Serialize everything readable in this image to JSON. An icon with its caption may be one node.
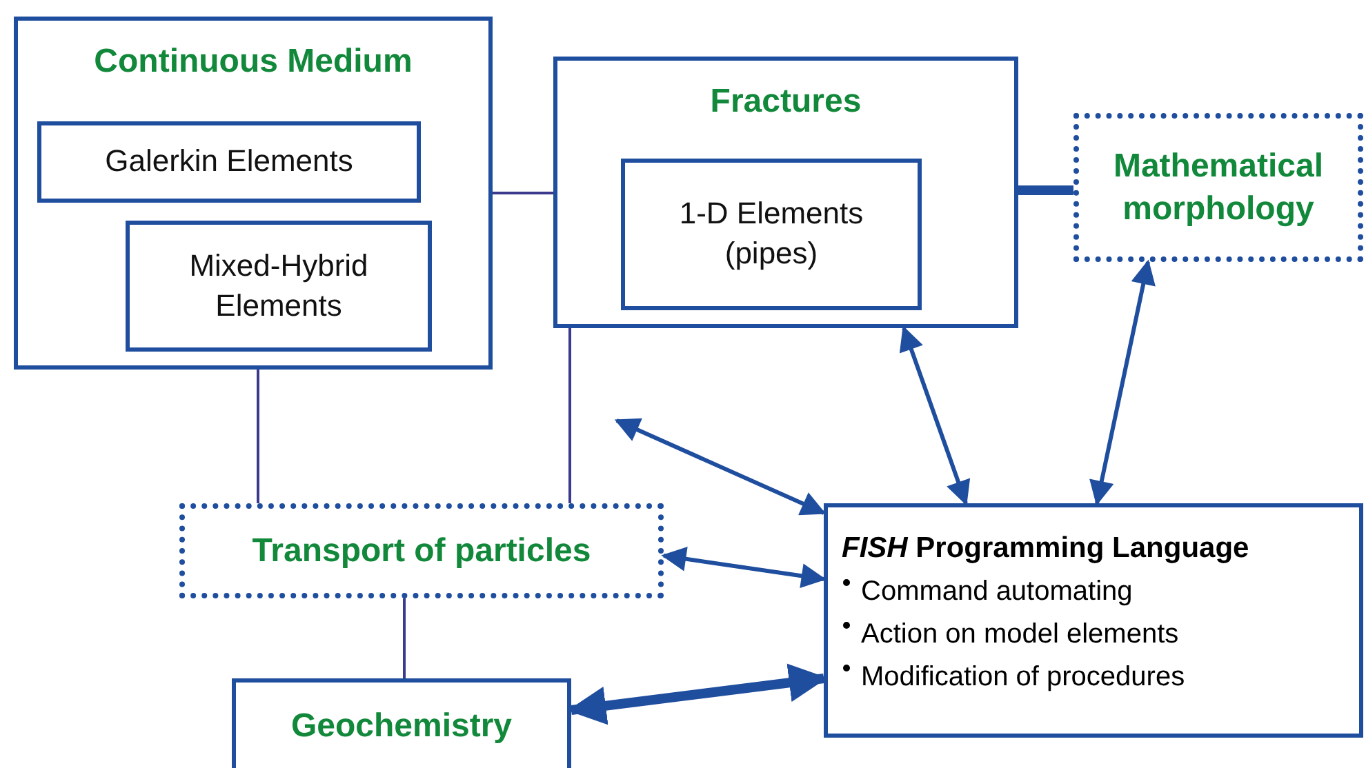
{
  "diagram": {
    "nodes": [
      {
        "text": [
          "Continuous Medium"
        ]
      },
      {
        "text": [
          "Galerkin Elements"
        ],
        "in": 0
      },
      {
        "text": [
          "Mixed-Hybrid Elements"
        ],
        "in": 0
      },
      {
        "text": [
          "Fractures"
        ]
      },
      {
        "text": [
          "1-D Elements (pipes)"
        ],
        "in": 3
      },
      {
        "text": [
          "Mathematical morphology"
        ]
      },
      {
        "text": [
          "Transport of particles"
        ]
      },
      {
        "text": [
          "Geochemistry"
        ]
      },
      {
        "text": [
          "*FISH* Programming Language",
          "Command automating",
          "Action on model elements",
          "Modification of procedures"
        ]
      }
    ],
    "edges": [
      {
        "from": 0,
        "to": 3,
        "arrow": "none",
        "color": "#3b3a8c"
      },
      {
        "from": 3,
        "to": 5,
        "arrow": "none",
        "style": "thick"
      },
      {
        "from": 0,
        "to": 6,
        "arrow": "none",
        "color": "#3b3a8c"
      },
      {
        "from": 3,
        "to": 6,
        "arrow": "none",
        "color": "#3b3a8c"
      },
      {
        "from": 6,
        "to": 7,
        "arrow": "none",
        "color": "#3b3a8c"
      },
      {
        "from": null,
        "to": 8,
        "arrow": "both"
      },
      {
        "from": 3,
        "to": 8,
        "arrow": "both"
      },
      {
        "from": 5,
        "to": 8,
        "arrow": "both"
      },
      {
        "from": 6,
        "to": 8,
        "arrow": "both"
      },
      {
        "from": 7,
        "to": 8,
        "arrow": "both",
        "style": "thick"
      }
    ]
  }
}
